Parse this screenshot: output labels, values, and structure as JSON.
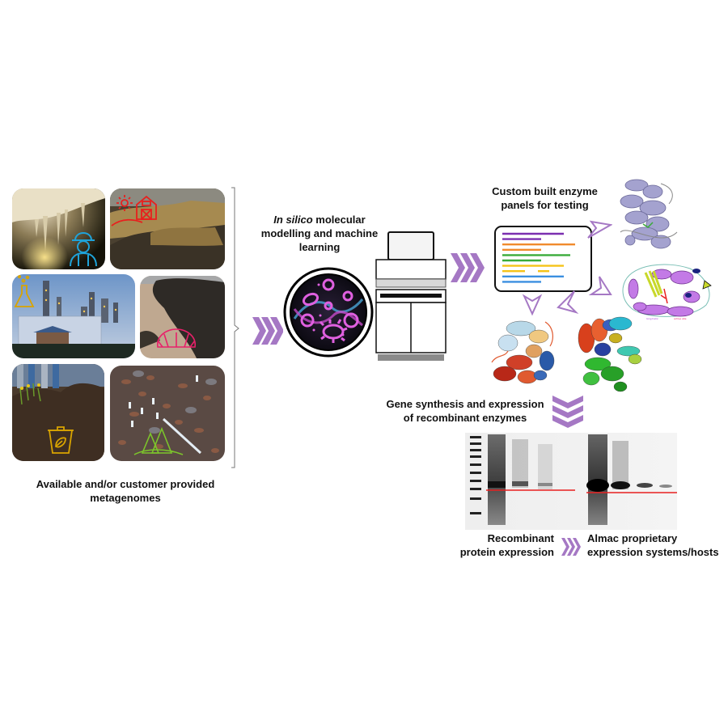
{
  "sources": {
    "caption_line1": "Available and/or customer provided",
    "caption_line2": "metagenomes",
    "photos": [
      {
        "name": "cave",
        "icon": "worker-hardhat-icon",
        "icon_color": "#1fa3d9"
      },
      {
        "name": "farm-manure",
        "icon": "barn-sun-icon",
        "icon_color": "#e8201e"
      },
      {
        "name": "industrial-plant",
        "icon": "flask-icon",
        "icon_color": "#d9a400"
      },
      {
        "name": "seaweed-beach",
        "icon": "shell-icon",
        "icon_color": "#e8206a"
      },
      {
        "name": "compost",
        "icon": "compost-bin-icon",
        "icon_color": "#d9a400"
      },
      {
        "name": "forest-floor",
        "icon": "forest-icon",
        "icon_color": "#7cc42b"
      }
    ]
  },
  "modelling": {
    "title_italic": "In silico",
    "title_rest_line1": " molecular",
    "title_line2": "modelling and machine",
    "title_line3": "learning",
    "icon": "microbe-dna-icon",
    "instrument_icon": "lab-instrument-icon"
  },
  "panels": {
    "title_line1": "Custom built enzyme",
    "title_line2": "panels for testing",
    "list_colors": [
      "#7b2fb0",
      "#7b2fb0",
      "#f08a2c",
      "#f08a2c",
      "#3aab3a",
      "#3aab3a",
      "#f5c318",
      "#f5c318",
      "#3b8fe0",
      "#3b8fe0"
    ],
    "structure_labels": [
      "long helix",
      "active site"
    ]
  },
  "synthesis": {
    "line1": "Gene synthesis and expression",
    "line2": "of recombinant enzymes"
  },
  "gel": {
    "left_label_line1": "Recombinant",
    "left_label_line2": "protein expression",
    "right_label_line1": "Almac proprietary",
    "right_label_line2": "expression systems/hosts",
    "marker_color": "#e82020"
  },
  "colors": {
    "chevron": "#a578c4",
    "text": "#111111"
  }
}
